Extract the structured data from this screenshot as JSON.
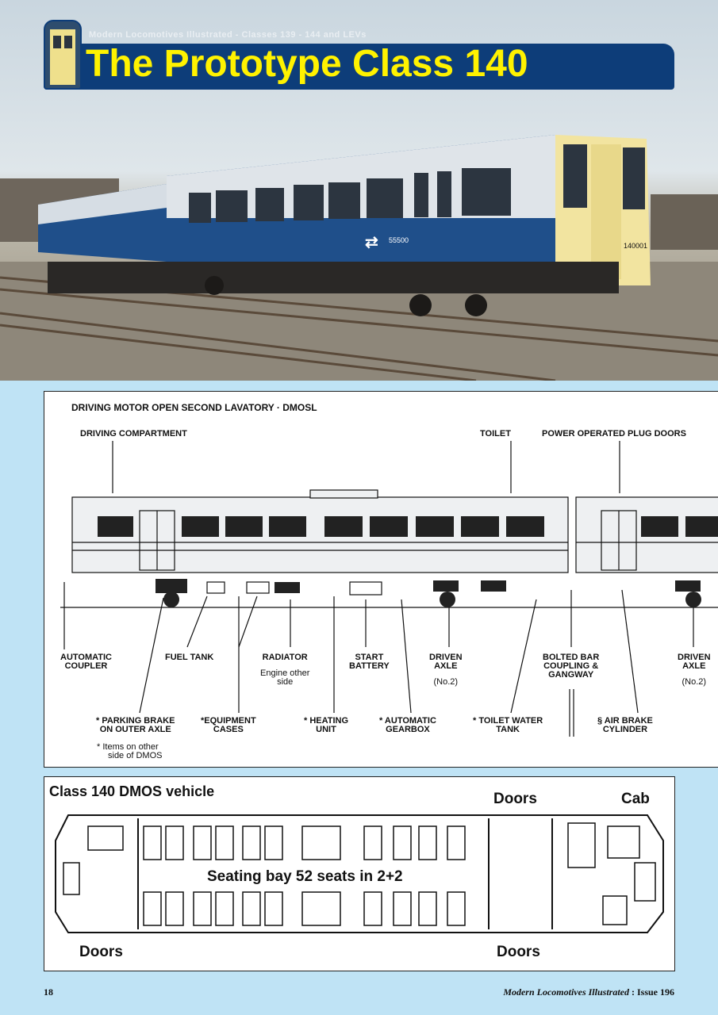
{
  "header": {
    "series": "Modern Locomotives Illustrated - Classes 139 - 144 and LEVs",
    "title": "The Prototype Class 140"
  },
  "photo": {
    "unit_number": "55500",
    "front_number": "140001"
  },
  "diagram1": {
    "title": "DRIVING MOTOR OPEN SECOND LAVATORY · DMOSL",
    "top_labels": {
      "driving_compartment": "DRIVING COMPARTMENT",
      "toilet": "TOILET",
      "plug_doors": "POWER OPERATED PLUG DOORS"
    },
    "bottom_labels": {
      "automatic_coupler": [
        "AUTOMATIC",
        "COUPLER"
      ],
      "fuel_tank": "FUEL TANK",
      "radiator": "RADIATOR",
      "radiator_note": [
        "Engine other",
        "side"
      ],
      "start_battery": [
        "START",
        "BATTERY"
      ],
      "driven_axle": [
        "DRIVEN",
        "AXLE"
      ],
      "driven_axle_no": "(No.2)",
      "bolted_bar": [
        "BOLTED BAR",
        "COUPLING &",
        "GANGWAY"
      ],
      "driven_axle_2": [
        "DRIVEN",
        "AXLE"
      ],
      "driven_axle_2_no": "(No.2)",
      "parking_brake": [
        "* PARKING BRAKE",
        "ON OUTER AXLE"
      ],
      "equipment_cases": [
        "*EQUIPMENT",
        "CASES"
      ],
      "heating_unit": [
        "* HEATING",
        "UNIT"
      ],
      "automatic_gearbox": [
        "* AUTOMATIC",
        "GEARBOX"
      ],
      "toilet_water_tank": [
        "* TOILET WATER",
        "TANK"
      ],
      "air_brake_cylinder": [
        "§ AIR BRAKE",
        "CYLINDER"
      ],
      "items_note": [
        "* Items on other",
        "side of DMOS"
      ]
    }
  },
  "diagram2": {
    "title": "Class 140 DMOS vehicle",
    "doors_top": "Doors",
    "cab": "Cab",
    "seating": "Seating bay 52 seats in 2+2",
    "doors_bottom_left": "Doors",
    "doors_bottom_right": "Doors"
  },
  "footer": {
    "page_number": "18",
    "magazine": "Modern Locomotives Illustrated",
    "issue": ": Issue 196"
  },
  "colors": {
    "header_blue": "#0d3d79",
    "title_yellow": "#fff200",
    "page_bg": "#bfe3f5",
    "rail_blue": "#1f4f8a"
  }
}
